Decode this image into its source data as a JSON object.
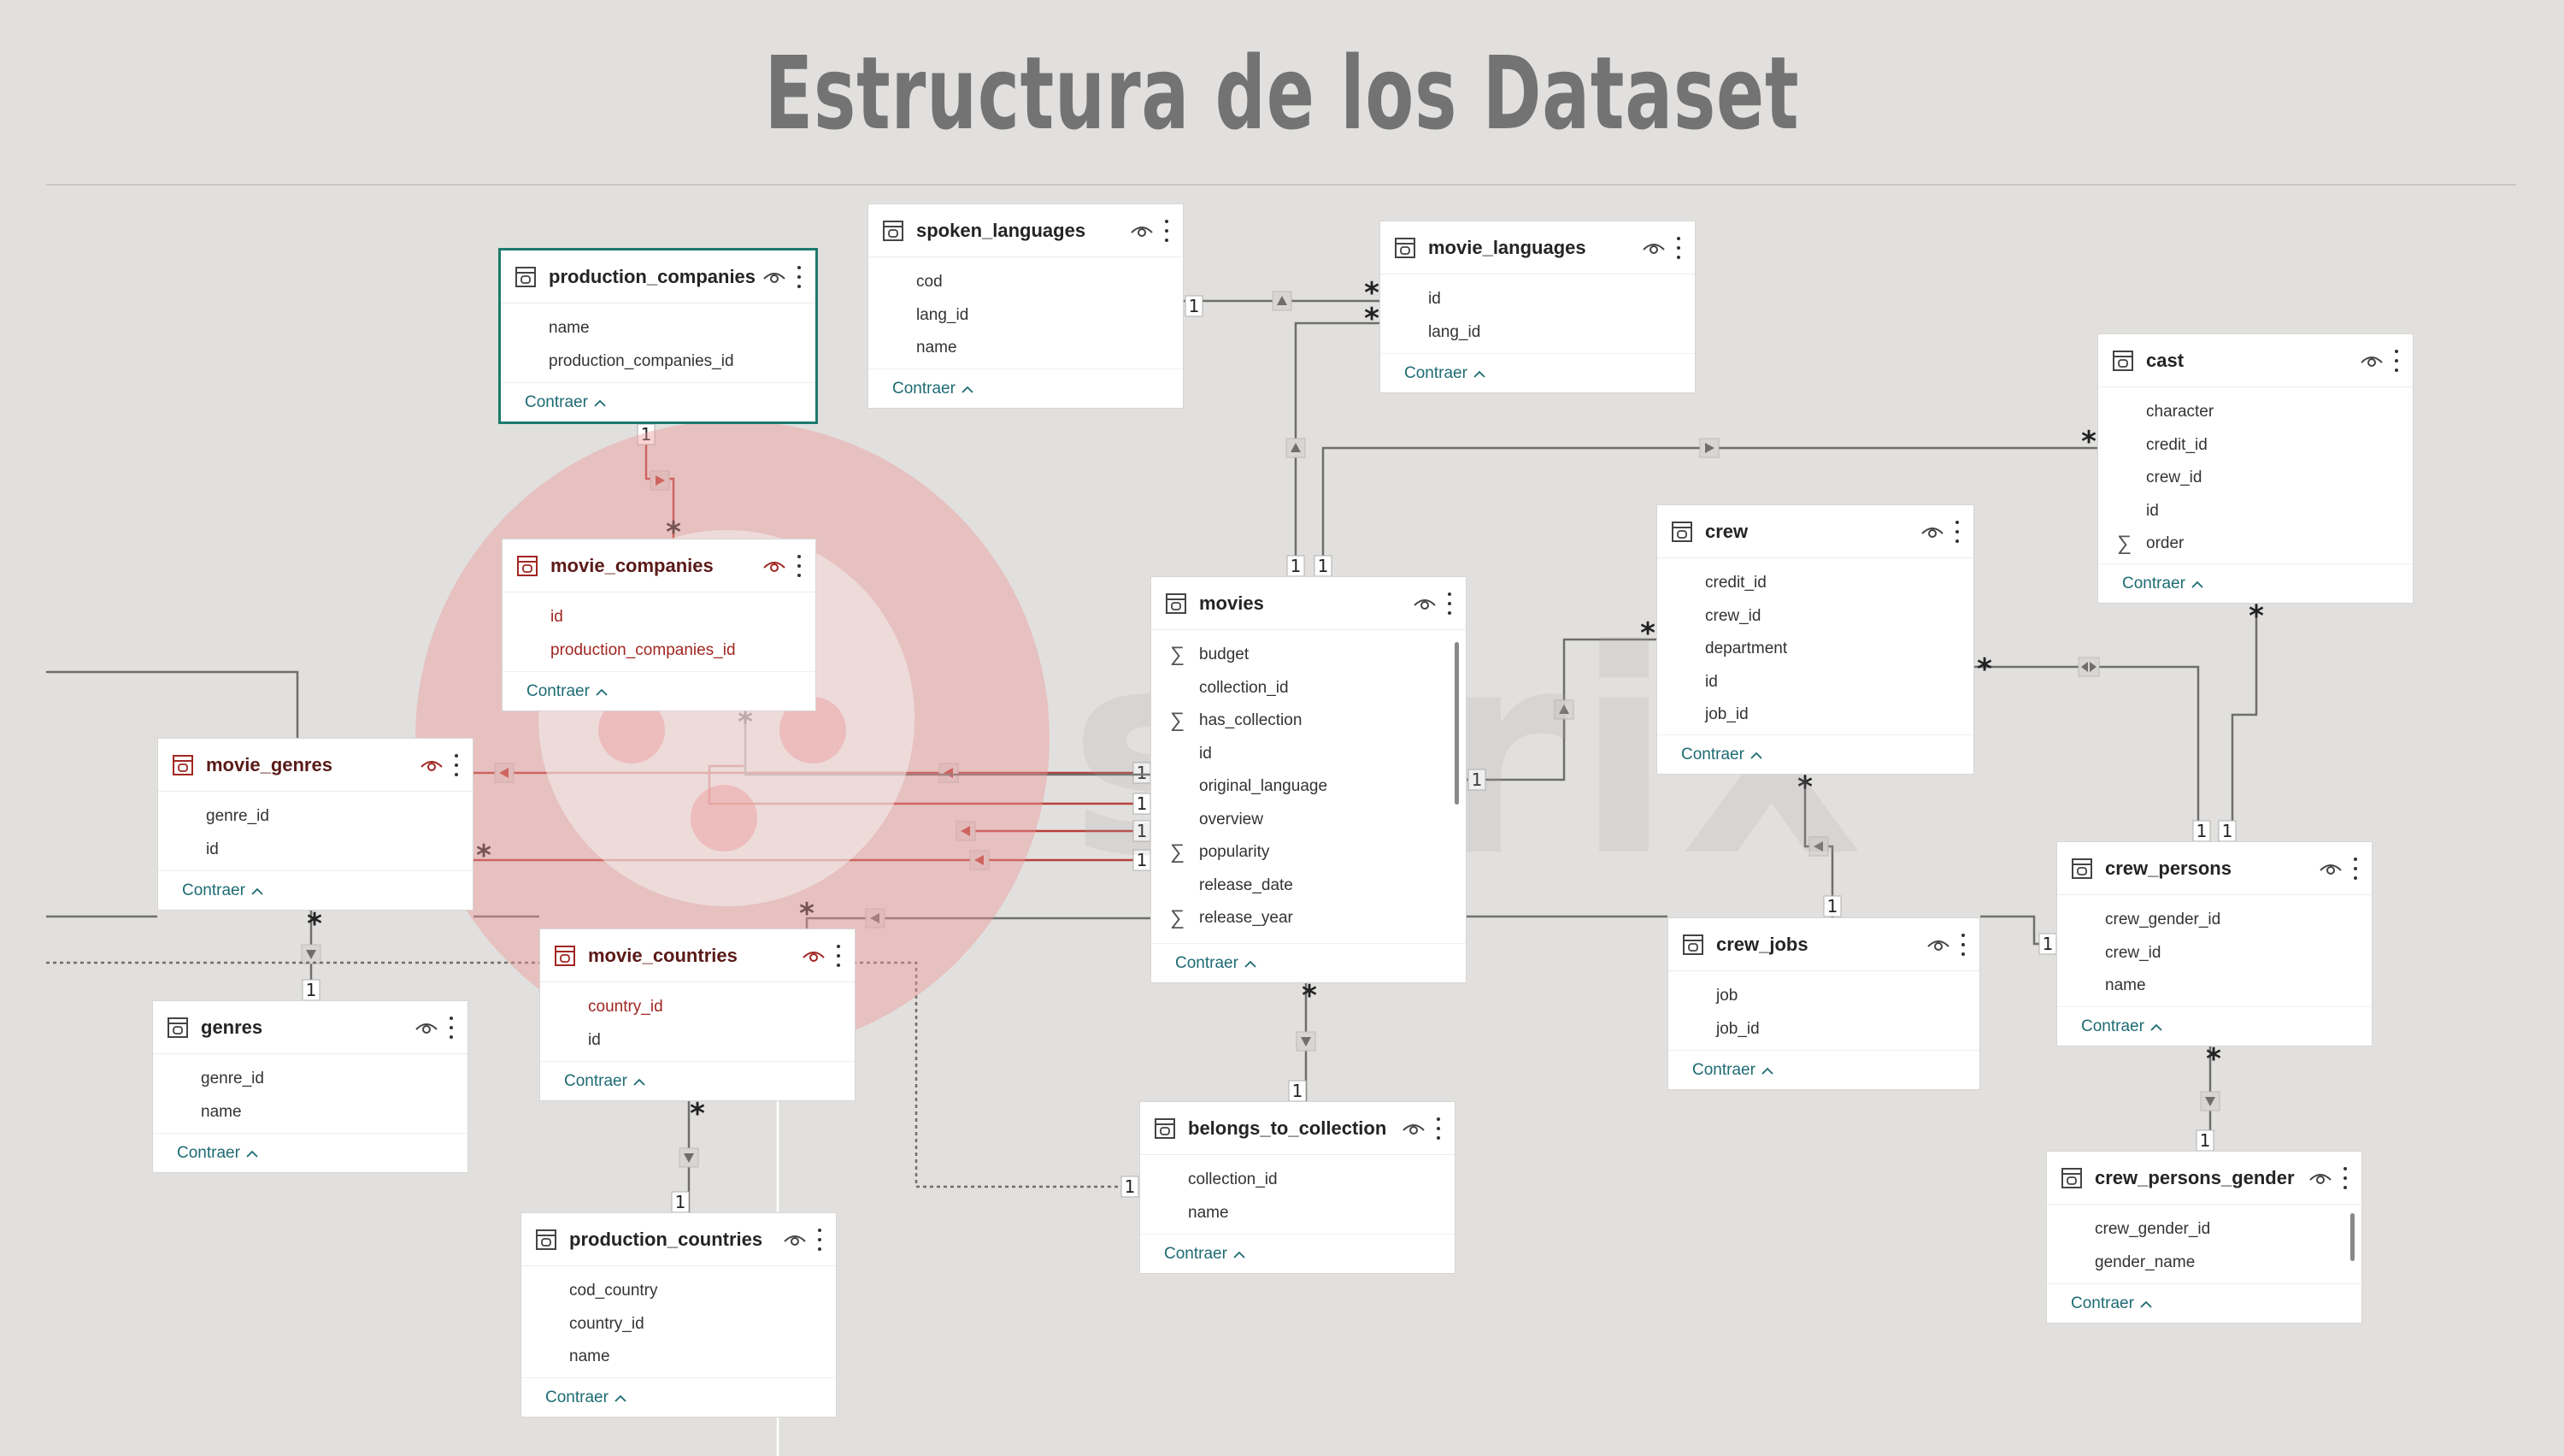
{
  "title": "Estructura de los Dataset",
  "watermark": "sFrix",
  "collapse_label": "Contraer",
  "colors": {
    "background": "#e1e0df",
    "card": "#ffffff",
    "selected_border": "#1c7a6b",
    "link": "#1d6b73",
    "highlight_red": "#a12622",
    "title": "#737373"
  },
  "tables": [
    {
      "id": "production_companies",
      "name": "production_companies",
      "selected": true,
      "fields": [
        {
          "name": "name"
        },
        {
          "name": "production_companies_id"
        }
      ]
    },
    {
      "id": "spoken_languages",
      "name": "spoken_languages",
      "fields": [
        {
          "name": "cod"
        },
        {
          "name": "lang_id"
        },
        {
          "name": "name"
        }
      ]
    },
    {
      "id": "movie_languages",
      "name": "movie_languages",
      "fields": [
        {
          "name": "id"
        },
        {
          "name": "lang_id"
        }
      ]
    },
    {
      "id": "cast",
      "name": "cast",
      "fields": [
        {
          "name": "character"
        },
        {
          "name": "credit_id"
        },
        {
          "name": "crew_id"
        },
        {
          "name": "id"
        },
        {
          "name": "order",
          "sum": true
        }
      ]
    },
    {
      "id": "movie_companies",
      "name": "movie_companies",
      "highlighted": true,
      "fields": [
        {
          "name": "id",
          "red": true
        },
        {
          "name": "production_companies_id",
          "red": true
        }
      ]
    },
    {
      "id": "crew",
      "name": "crew",
      "fields": [
        {
          "name": "credit_id"
        },
        {
          "name": "crew_id"
        },
        {
          "name": "department"
        },
        {
          "name": "id"
        },
        {
          "name": "job_id"
        }
      ]
    },
    {
      "id": "movies",
      "name": "movies",
      "fields": [
        {
          "name": "budget",
          "sum": true
        },
        {
          "name": "collection_id"
        },
        {
          "name": "has_collection",
          "sum": true
        },
        {
          "name": "id"
        },
        {
          "name": "original_language"
        },
        {
          "name": "overview"
        },
        {
          "name": "popularity",
          "sum": true
        },
        {
          "name": "release_date"
        },
        {
          "name": "release_year",
          "sum": true
        }
      ]
    },
    {
      "id": "movie_genres",
      "name": "movie_genres",
      "highlighted": true,
      "fields": [
        {
          "name": "genre_id"
        },
        {
          "name": "id"
        }
      ]
    },
    {
      "id": "crew_persons",
      "name": "crew_persons",
      "fields": [
        {
          "name": "crew_gender_id"
        },
        {
          "name": "crew_id"
        },
        {
          "name": "name"
        }
      ]
    },
    {
      "id": "movie_countries",
      "name": "movie_countries",
      "highlighted": true,
      "fields": [
        {
          "name": "country_id",
          "red": true
        },
        {
          "name": "id"
        }
      ]
    },
    {
      "id": "crew_jobs",
      "name": "crew_jobs",
      "fields": [
        {
          "name": "job"
        },
        {
          "name": "job_id"
        }
      ]
    },
    {
      "id": "genres",
      "name": "genres",
      "fields": [
        {
          "name": "genre_id"
        },
        {
          "name": "name"
        }
      ]
    },
    {
      "id": "belongs_to_collection",
      "name": "belongs_to_collection",
      "fields": [
        {
          "name": "collection_id"
        },
        {
          "name": "name"
        }
      ]
    },
    {
      "id": "crew_persons_gender",
      "name": "crew_persons_gender",
      "fields": [
        {
          "name": "crew_gender_id"
        },
        {
          "name": "gender_name"
        }
      ]
    },
    {
      "id": "production_countries",
      "name": "production_countries",
      "fields": [
        {
          "name": "cod_country"
        },
        {
          "name": "country_id"
        },
        {
          "name": "name"
        }
      ]
    }
  ],
  "relationships": [
    {
      "from": "production_companies",
      "to": "movie_companies",
      "from_card": "1",
      "to_card": "*",
      "highlighted": true
    },
    {
      "from": "spoken_languages",
      "to": "movie_languages",
      "from_card": "1",
      "to_card": "*"
    },
    {
      "from": "movies",
      "to": "movie_languages",
      "from_card": "1",
      "to_card": "*"
    },
    {
      "from": "movies",
      "to": "cast",
      "from_card": "1",
      "to_card": "*"
    },
    {
      "from": "movies",
      "to": "crew",
      "from_card": "1",
      "to_card": "*"
    },
    {
      "from": "movies",
      "to": "movie_genres",
      "from_card": "1",
      "to_card": "*",
      "highlighted": true
    },
    {
      "from": "movies",
      "to": "movie_companies",
      "from_card": "1",
      "to_card": "*",
      "highlighted": true
    },
    {
      "from": "movies",
      "to": "movie_countries",
      "from_card": "1",
      "to_card": "*",
      "highlighted": true
    },
    {
      "from": "genres",
      "to": "movie_genres",
      "from_card": "1",
      "to_card": "*"
    },
    {
      "from": "production_countries",
      "to": "movie_countries",
      "from_card": "1",
      "to_card": "*"
    },
    {
      "from": "belongs_to_collection",
      "to": "movies",
      "from_card": "1",
      "to_card": "*"
    },
    {
      "from": "crew_jobs",
      "to": "crew",
      "from_card": "1",
      "to_card": "*"
    },
    {
      "from": "crew_persons",
      "to": "crew",
      "from_card": "1",
      "to_card": "*"
    },
    {
      "from": "crew_persons",
      "to": "cast",
      "from_card": "1",
      "to_card": "*"
    },
    {
      "from": "crew_persons_gender",
      "to": "crew_persons",
      "from_card": "1",
      "to_card": "*"
    }
  ]
}
